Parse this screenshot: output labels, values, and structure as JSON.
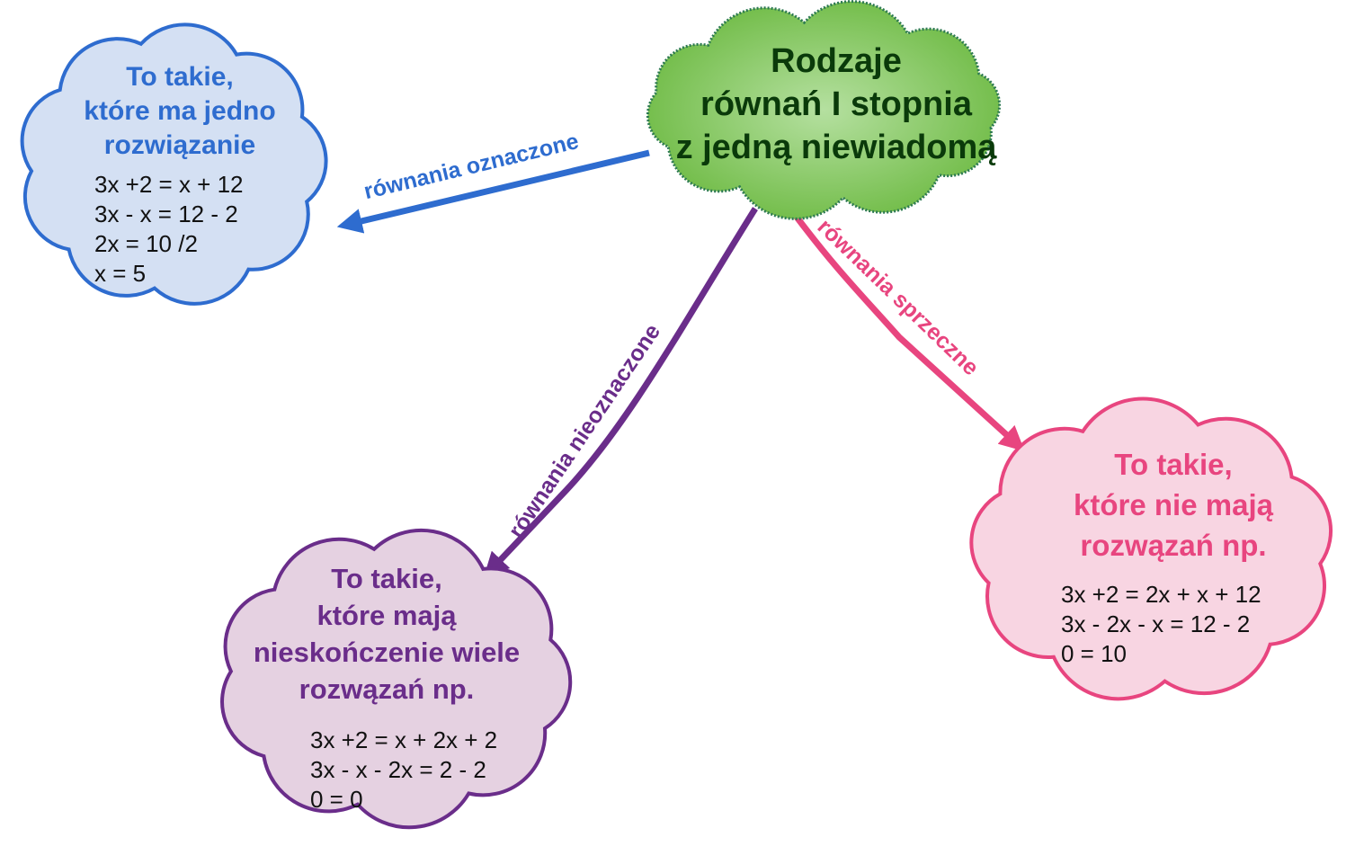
{
  "center": {
    "lines": [
      "Rodzaje",
      "równań I stopnia",
      "z jedną niewiadomą"
    ]
  },
  "branches": [
    {
      "label": "równania oznaczone",
      "title": [
        "To takie,",
        "które ma jedno",
        "rozwiązanie"
      ],
      "example": [
        "3x +2 = x + 12",
        "3x - x = 12 - 2",
        "2x = 10 /2",
        "x = 5"
      ]
    },
    {
      "label": "równania nieoznaczone",
      "title": [
        "To takie,",
        "które mają",
        "nieskończenie wiele",
        "rozwązań np."
      ],
      "example": [
        "3x +2 = x + 2x + 2",
        "3x - x - 2x = 2 - 2",
        "0 = 0"
      ]
    },
    {
      "label": "równania sprzeczne",
      "title": [
        "To takie,",
        "które nie mają",
        "rozwązań np."
      ],
      "example": [
        "3x +2 = 2x + x + 12",
        "3x - 2x - x = 12 - 2",
        "0 = 10"
      ]
    }
  ],
  "colors": {
    "blue": "#2e6ccf",
    "purple": "#6a2d8a",
    "pink": "#e8457f",
    "green": "#7dc25a",
    "dark_green": "#0a3a0a"
  }
}
